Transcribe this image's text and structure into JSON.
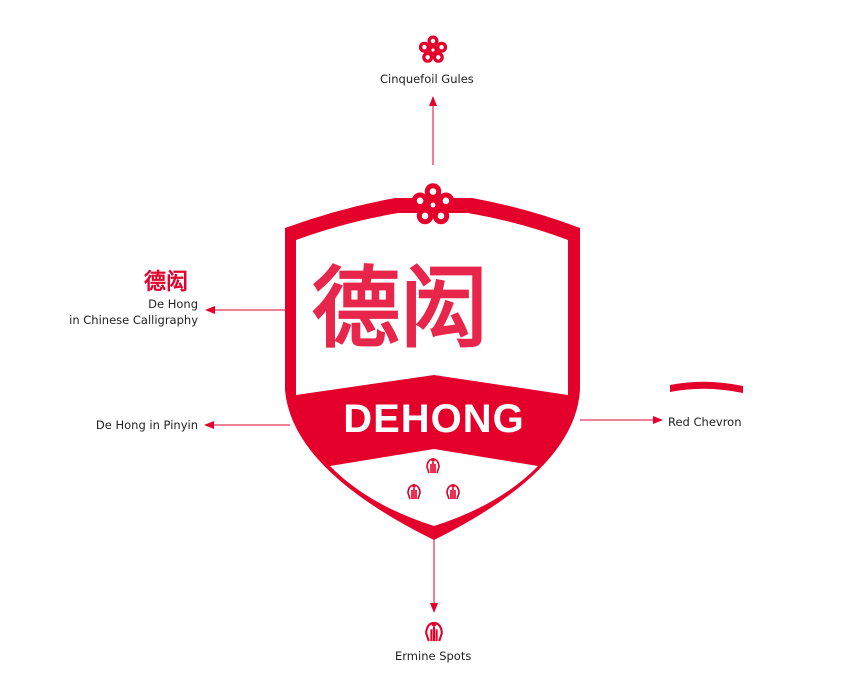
{
  "colors": {
    "accent": "#e4002b",
    "text": "#222222"
  },
  "crest": {
    "calligraphy": "德闳",
    "wordmark": "DEHONG"
  },
  "labels": {
    "cinquefoil": "Cinquefoil Gules",
    "calligraphy_chars": "德闳",
    "calligraphy_line1": "De Hong",
    "calligraphy_line2": "in Chinese Calligraphy",
    "pinyin": "De Hong in Pinyin",
    "chevron": "Red Chevron",
    "ermine": "Ermine Spots"
  }
}
